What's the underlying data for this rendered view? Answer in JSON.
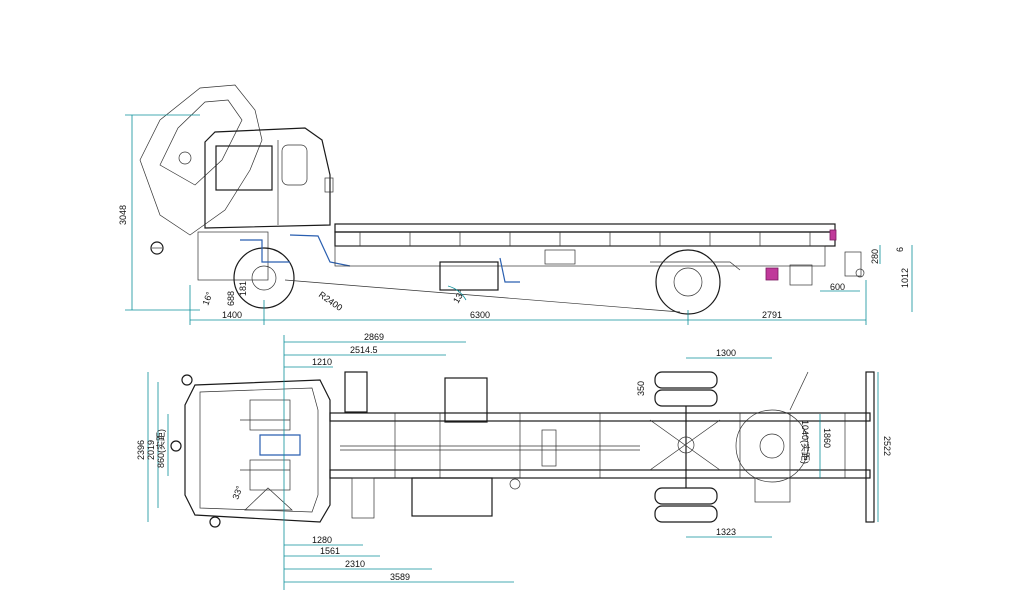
{
  "dimensions": {
    "side": {
      "height_total": "3048",
      "frame_right_height": "1012",
      "rear_small": "280",
      "rear_tiny": "6",
      "front_overhang": "1400",
      "wheelbase": "6300",
      "rear_overhang": "2791",
      "tow_offset": "600",
      "angle_front": "16°",
      "angle_rear": "13°",
      "dim_688": "688",
      "dim_181": "181",
      "radius": "R2400"
    },
    "top": {
      "d2869": "2869",
      "d2514": "2514.5",
      "d1210": "1210",
      "d1300": "1300",
      "d350": "350",
      "width_2396": "2396",
      "width_2019": "2019",
      "width_860": "860(实距)",
      "d1040": "1040(实距)",
      "d1860": "1860",
      "d2522": "2522",
      "d1323": "1323",
      "d1280": "1280",
      "d1561": "1561",
      "d2310": "2310",
      "d3589": "3589",
      "angle_top": "33°"
    }
  },
  "colors": {
    "line": "#1a1a1a",
    "dimension": "#0a8f9a",
    "piping": "#2a5fb0",
    "marker": "#c0399a"
  }
}
